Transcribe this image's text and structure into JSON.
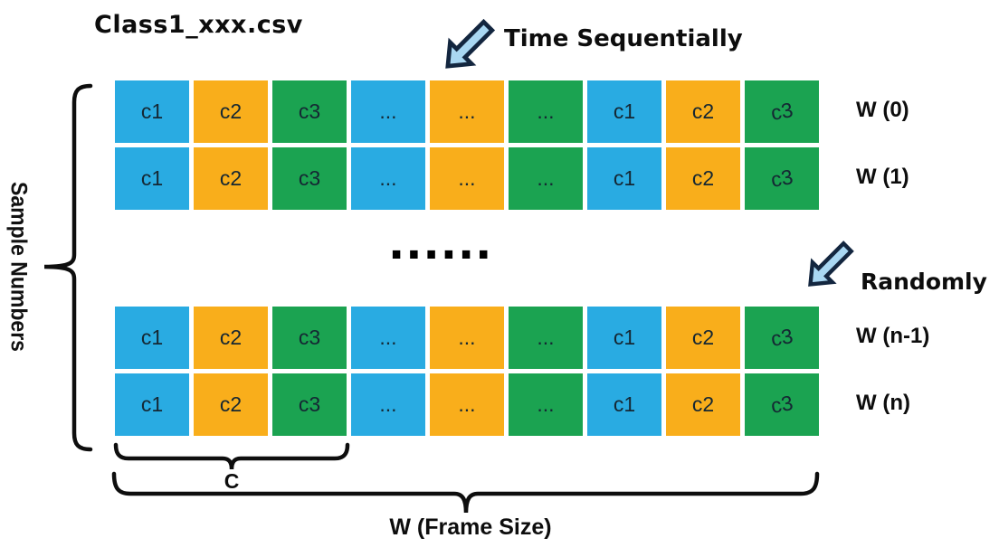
{
  "title": "Class1_xxx.csv",
  "annotations": {
    "time_sequential": "Time Sequentially",
    "randomly": "Randomly"
  },
  "left_axis": {
    "label": "Sample Numbers"
  },
  "colors": {
    "blue": "#29abe2",
    "orange": "#f9ae1b",
    "green": "#1ba351"
  },
  "icon_colors": {
    "arrow_fill": "#a9d7f2",
    "arrow_outline": "#13263f"
  },
  "grid": {
    "cell_labels": [
      "c1",
      "c2",
      "c3",
      "...",
      "...",
      "...",
      "c1",
      "c2",
      "c3"
    ],
    "cell_colors": [
      "blue",
      "orange",
      "green",
      "blue",
      "orange",
      "green",
      "blue",
      "orange",
      "green"
    ],
    "rows": [
      {
        "label": "W (0)"
      },
      {
        "label": "W (1)"
      },
      {
        "label": "W (n-1)"
      },
      {
        "label": "W (n)"
      }
    ],
    "between_rows_ellipsis": "......"
  },
  "braces": {
    "column_width_label": "C",
    "frame_size_label": "W (Frame Size)"
  }
}
